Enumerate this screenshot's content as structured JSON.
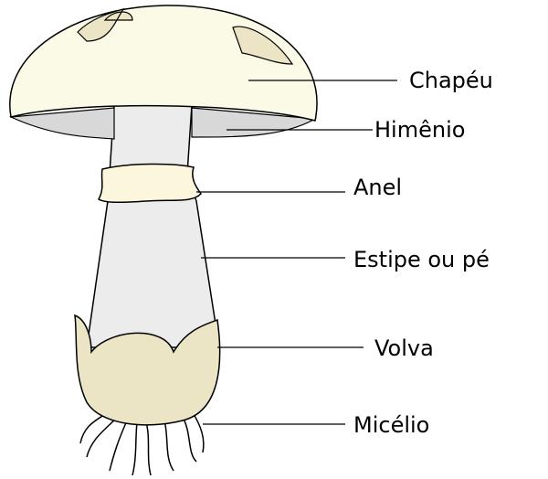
{
  "labels": {
    "cap": "Chapéu",
    "hymenium": "Himênio",
    "ring": "Anel",
    "stipe": "Estipe ou pé",
    "volva": "Volva",
    "mycelium": "Micélio"
  }
}
